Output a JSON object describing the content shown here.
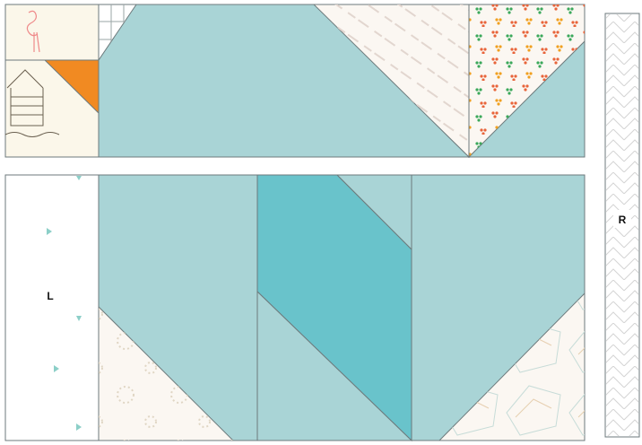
{
  "labels": {
    "left_panel": "L",
    "right_strip": "R"
  },
  "colors": {
    "aqua": "#a9d4d6",
    "teal": "#69c3cb",
    "outline": "#6d7a7c",
    "cream": "#fbf7ea",
    "orange": "#f18a22",
    "print_bg": "#fbf7f2",
    "white": "#ffffff"
  },
  "motifs": [
    "flamingo-print",
    "beach-hut-print",
    "orange-triangle",
    "text-print",
    "dot-cluster-print",
    "arrow-print",
    "ring-print",
    "geometric-line-print",
    "chevron-print"
  ]
}
